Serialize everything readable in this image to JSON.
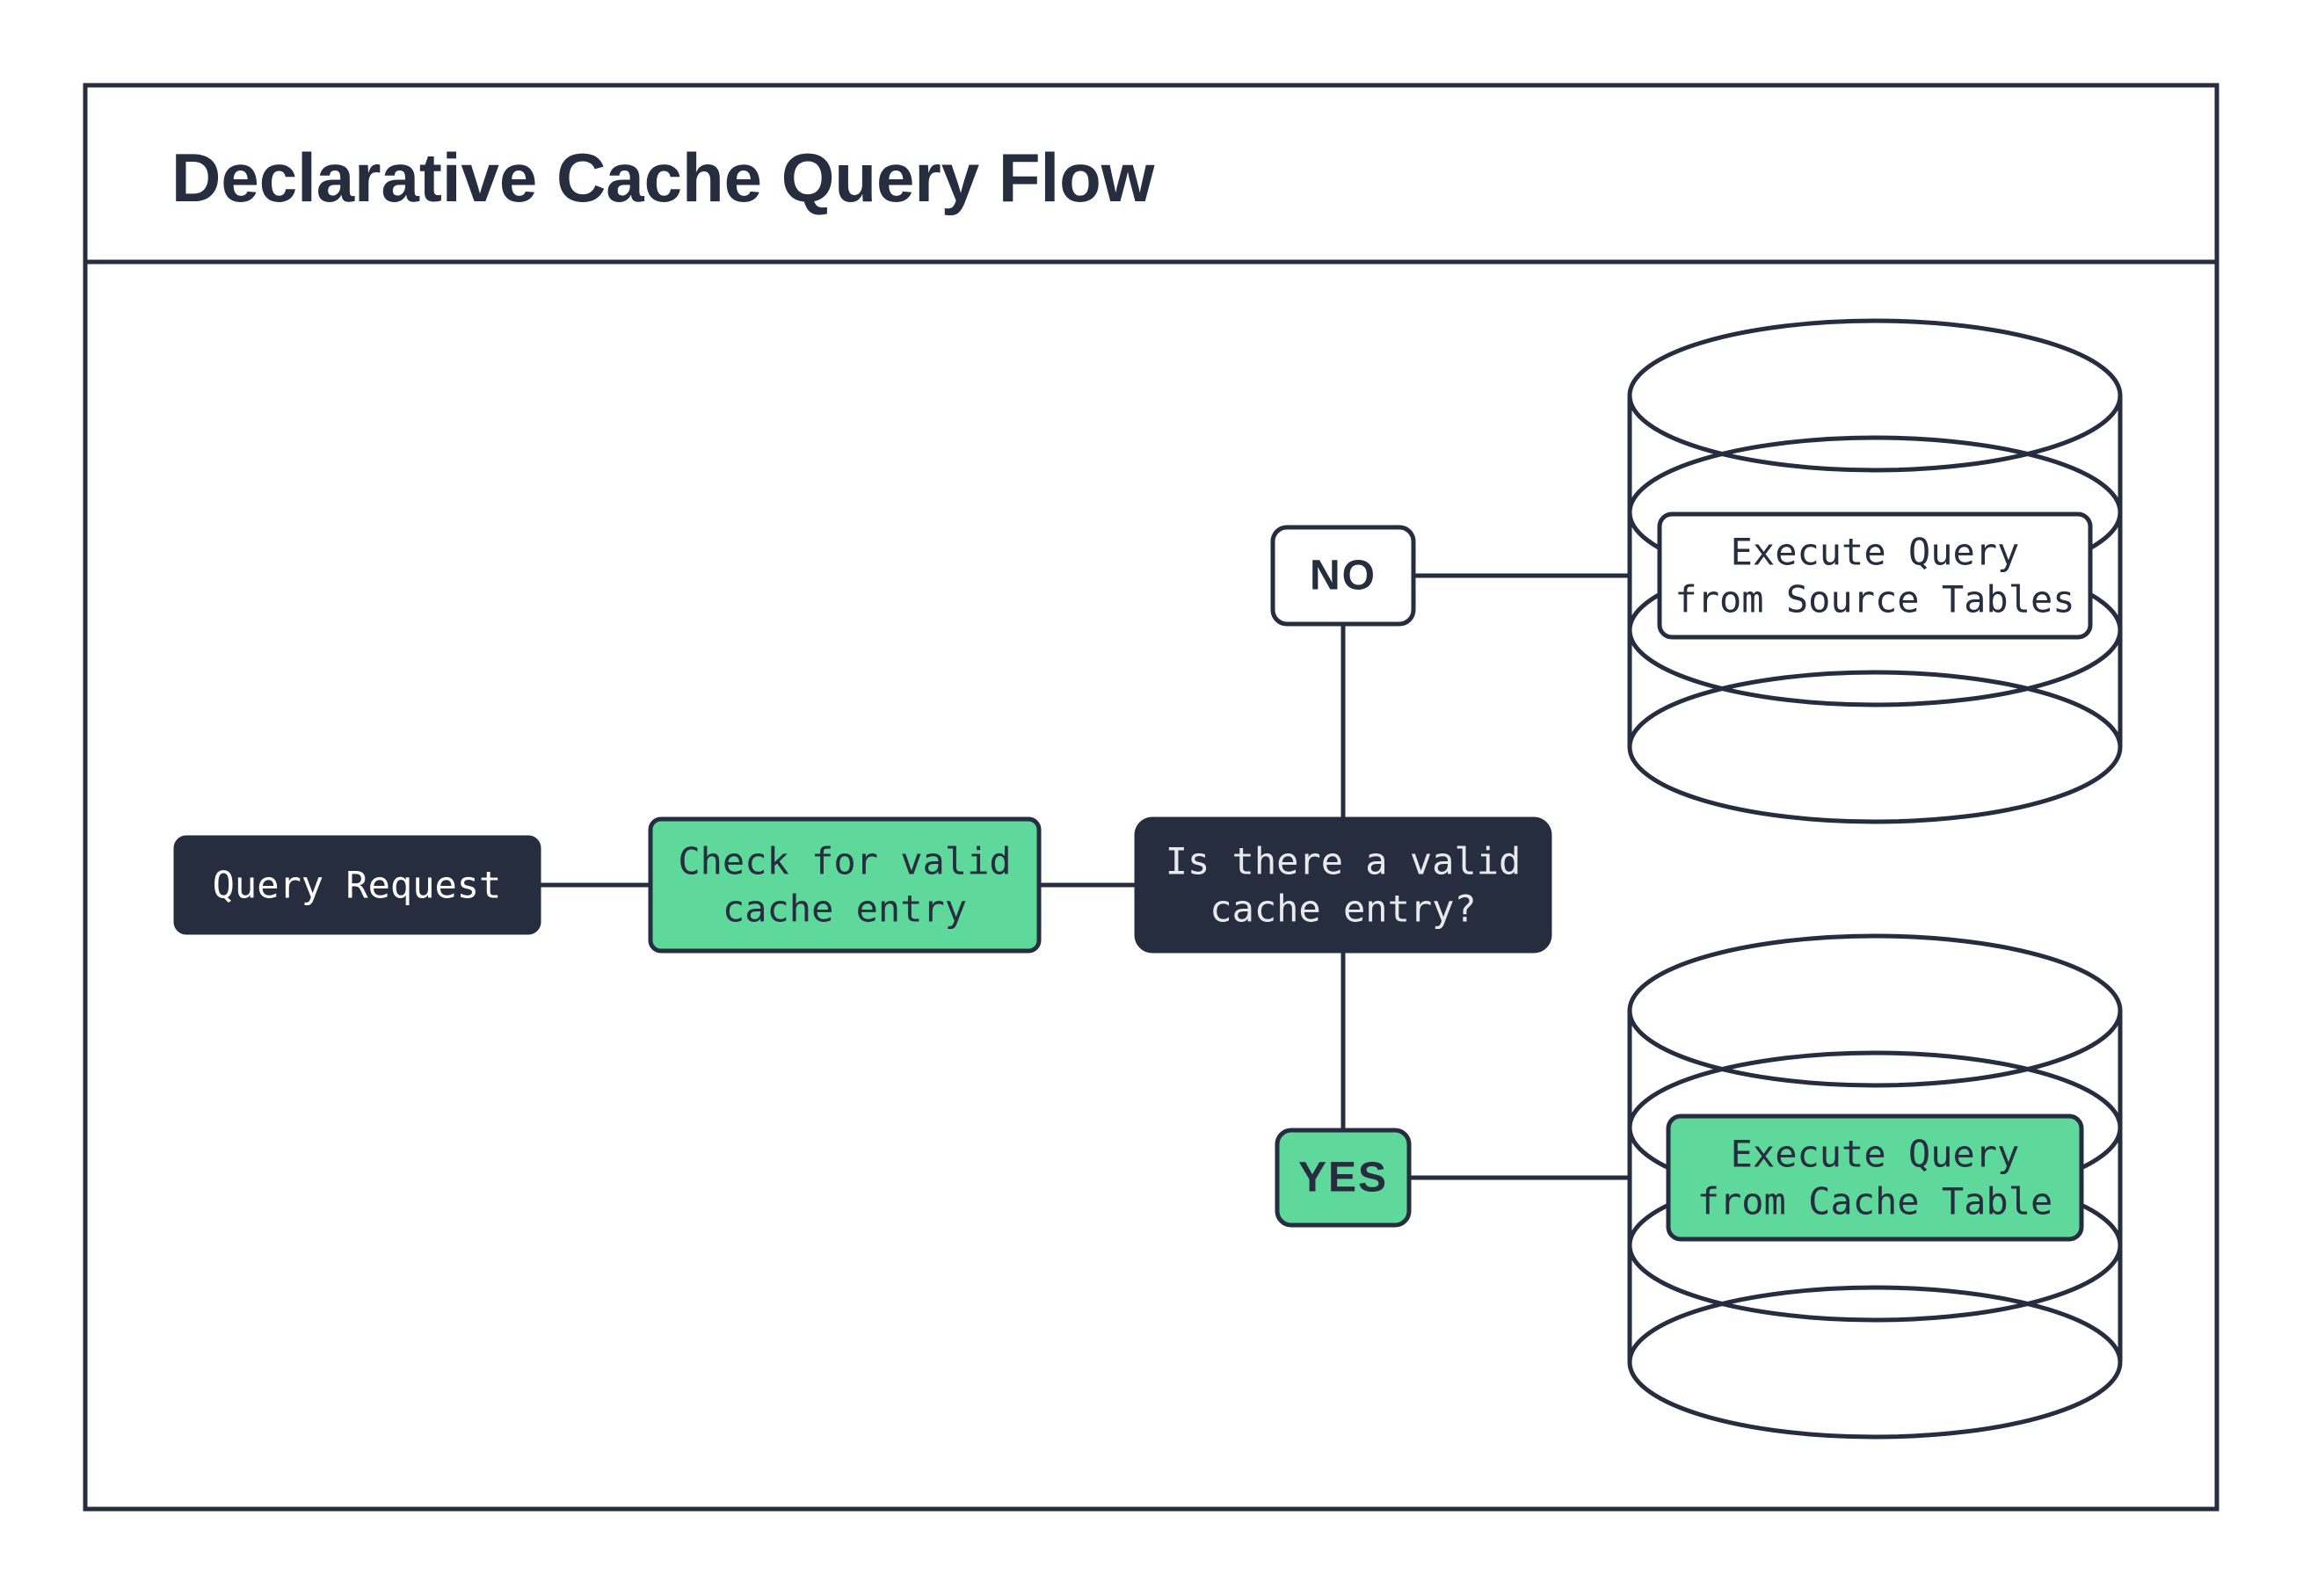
{
  "title": "Declarative Cache Query Flow",
  "colors": {
    "ink": "#262D3E",
    "green": "#5ED99B",
    "paper": "#FFFFFF",
    "light": "#E7E9EC"
  },
  "nodes": {
    "query_request": {
      "label": "Query Request"
    },
    "check_cache": {
      "line1": "Check for valid",
      "line2": "cache entry"
    },
    "decision": {
      "line1": "Is there a valid",
      "line2": "cache entry?"
    },
    "no_branch": {
      "label": "NO"
    },
    "yes_branch": {
      "label": "YES"
    },
    "source_db": {
      "line1": "Execute Query",
      "line2": "from Source Tables"
    },
    "cache_db": {
      "line1": "Execute Query",
      "line2": "from Cache Table"
    }
  }
}
